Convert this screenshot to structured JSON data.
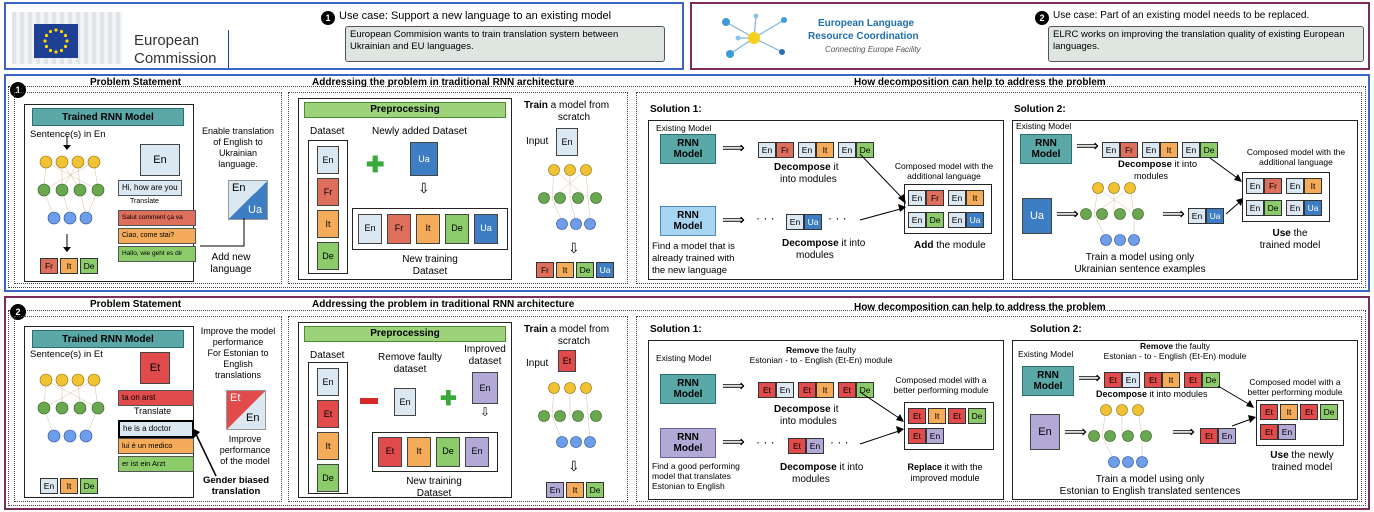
{
  "top": {
    "ec_logo": {
      "line1": "European",
      "line2": "Commission"
    },
    "case1": {
      "num": "1",
      "title": "Use case: Support a new language to an existing model",
      "desc": "European Commision  wants to train translation system between Ukrainian and EU languages."
    },
    "elrc_logo": {
      "line1": "European Language",
      "line2": "Resource Coordination",
      "line3": "Connecting Europe Facility"
    },
    "case2": {
      "num": "2",
      "title": "Use case: Part of an existing model needs to be replaced.",
      "desc": "ELRC works on improving the translation quality of existing European languages."
    }
  },
  "row1": {
    "num": "1",
    "problem_header": "Problem Statement",
    "rnn_header": "Addressing the problem in traditional RNN architecture",
    "decomp_header": "How decomposition can help to address the problem",
    "trained_model": "Trained RNN Model",
    "sentence_label": "Sentence(s) in En",
    "enable_text": [
      "Enable translation",
      "of English to",
      "Ukrainian",
      "language."
    ],
    "add_lang": [
      "Add new",
      "language"
    ],
    "chat": [
      "Hi, how are you",
      "Translate",
      "Salut comment ça va",
      "Ciao, come stai?",
      "Hallo, wie geht es dir"
    ],
    "preprocessing": "Preprocessing",
    "dataset": "Dataset",
    "new_dataset": "Newly added Dataset",
    "new_training": [
      "New training",
      "Dataset"
    ],
    "train_label_b": "Train",
    "train_label": " a model from",
    "train_label2": "scratch",
    "input": "Input",
    "sol1": "Solution 1:",
    "sol2": "Solution 2:",
    "existing": "Existing Model",
    "rnn_model": [
      "RNN",
      "Model"
    ],
    "decompose_b": "Decompose",
    "decompose_into": " it",
    "into_modules": "into modules",
    "decompose2": " it into",
    "modules": "modules",
    "composed": [
      "Composed model with the",
      "additional language"
    ],
    "add_module_b": "Add",
    "add_module": " the module",
    "find_model": [
      "Find a model that is",
      "already trained with",
      "the new language"
    ],
    "s2_decompose_into": " it into",
    "s2_modules": "modules",
    "train_only": [
      "Train a model using only",
      "Ukrainian sentence examples"
    ],
    "use_b": "Use",
    "use_rest": " the",
    "trained_model2": "trained model"
  },
  "row2": {
    "num": "2",
    "problem_header": "Problem Statement",
    "rnn_header": "Addressing the problem in traditional RNN architecture",
    "decomp_header": "How decomposition can help to address the problem",
    "trained_model": "Trained RNN Model",
    "sentence_label": "Sentence(s) in Et",
    "improve_text": [
      "Improve the model",
      "performance",
      "For Estonian to",
      "English",
      "translations"
    ],
    "improve2": [
      "Improve",
      "performance",
      "of the model"
    ],
    "chat": [
      "ta on arst",
      "Translate",
      "he is a doctor",
      "lui è un medico",
      "er ist ein Arzt"
    ],
    "gender": [
      "Gender biased",
      "translation"
    ],
    "preprocessing": "Preprocessing",
    "dataset": "Dataset",
    "remove_faulty": [
      "Remove faulty",
      "dataset"
    ],
    "improved": [
      "Improved",
      "dataset"
    ],
    "new_training": [
      "New training",
      "Dataset"
    ],
    "train_label_b": "Train",
    "train_label": " a model from",
    "train_label2": "scratch",
    "input": "Input",
    "sol1": "Solution 1:",
    "sol2": "Solution 2:",
    "existing": "Existing Model",
    "remove_b": "Remove",
    "remove_rest": " the faulty",
    "remove_line2": "Estonian - to - English (Et-En) module",
    "rnn_model": [
      "RNN",
      "Model"
    ],
    "decompose_b": "Decompose",
    "decompose_into": " it",
    "into_modules": "into modules",
    "decompose2": " it into",
    "modules": "modules",
    "decompose_into_modules": " it into modules",
    "composed": [
      "Composed model with a",
      "better performing module"
    ],
    "replace_b": "Replace",
    "replace_rest": " it with the",
    "replace_line2": "improved module",
    "find_good": [
      "Find a good performing",
      "model that translates",
      "Estonian to English"
    ],
    "train_only": [
      "Train a model using only",
      "Estonian to English translated sentences"
    ],
    "use_b": "Use",
    "use_rest": " the newly",
    "trained_model2": "trained model"
  },
  "tokens": {
    "En": "En",
    "Fr": "Fr",
    "It": "It",
    "De": "De",
    "Ua": "Ua",
    "Et": "Et"
  },
  "colors": {
    "blue_border": "#3a66c4",
    "purple_border": "#7b2c5a",
    "teal": "#5aa8a8",
    "green": "#9bd27a"
  }
}
